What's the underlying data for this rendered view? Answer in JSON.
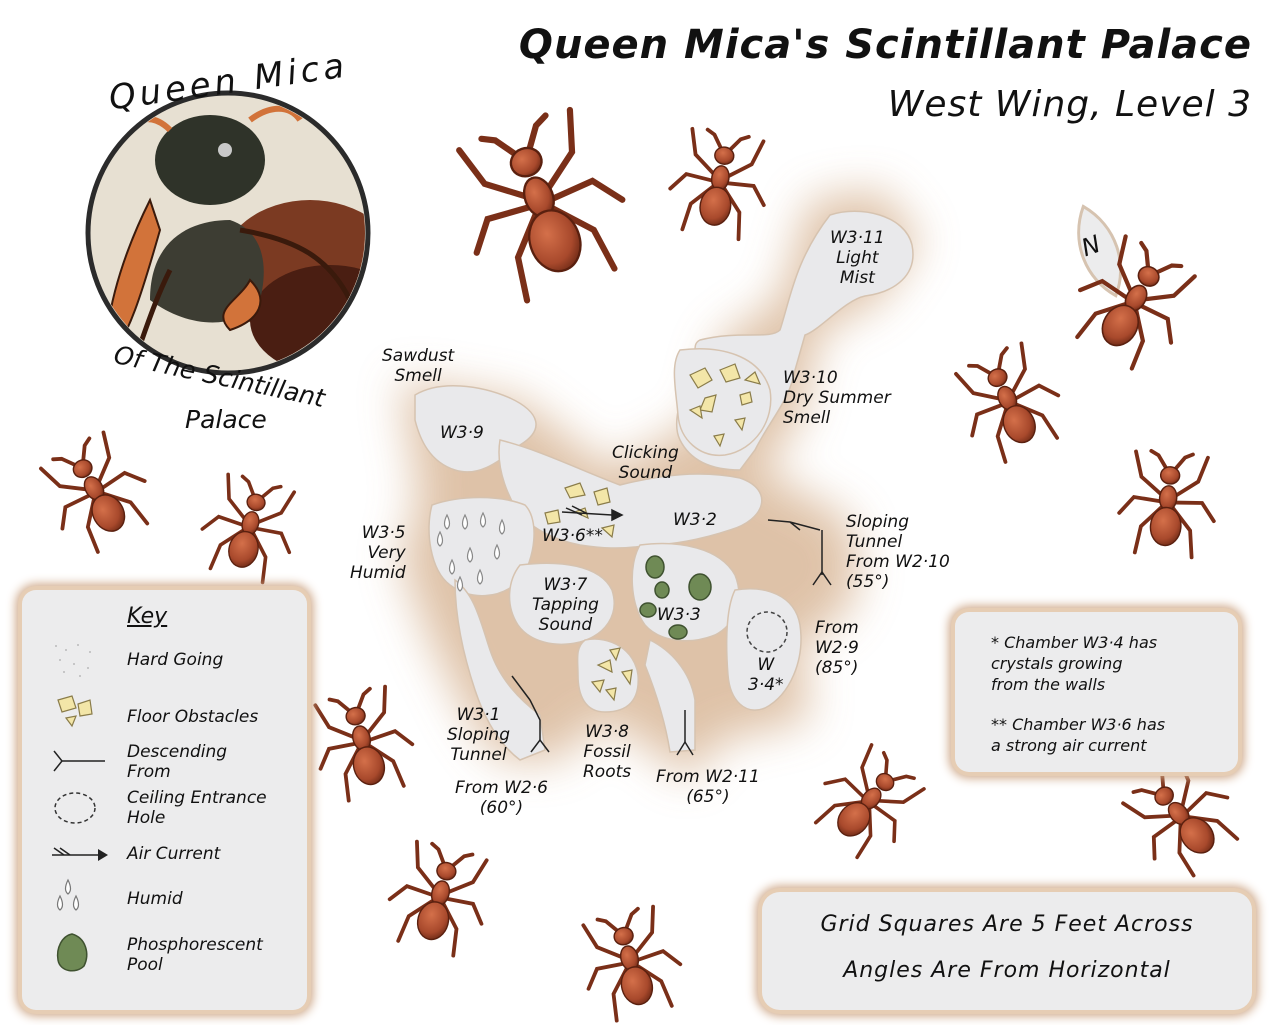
{
  "title": "Queen Mica's Scintillant Palace",
  "subtitle": "West Wing, Level 3",
  "portrait": {
    "top_text": "Queen Mica",
    "bottom_text_line1": "Of The Scintillant",
    "bottom_text_line2": "Palace"
  },
  "compass": {
    "label": "N"
  },
  "map_labels": {
    "w3_11": "W3·11",
    "w3_11_note1": "Light",
    "w3_11_note2": "Mist",
    "w3_10": "W3·10",
    "w3_10_note1": "Dry Summer",
    "w3_10_note2": "Smell",
    "sawdust1": "Sawdust",
    "sawdust2": "Smell",
    "w3_9": "W3·9",
    "clicking1": "Clicking",
    "clicking2": "Sound",
    "w3_5": "W3·5",
    "w3_5_note1": "Very",
    "w3_5_note2": "Humid",
    "w3_6": "W3·6**",
    "w3_2": "W3·2",
    "sloping_r1": "Sloping",
    "sloping_r2": "Tunnel",
    "sloping_r3": "From W2·10",
    "sloping_r4": "(55°)",
    "w3_7": "W3·7",
    "w3_7_note1": "Tapping",
    "w3_7_note2": "Sound",
    "w3_3": "W3·3",
    "from_w29_1": "From",
    "from_w29_2": "W2·9",
    "from_w29_3": "(85°)",
    "w3_4_a": "W",
    "w3_4_b": "3·4*",
    "w3_1": "W3·1",
    "w3_1_note1": "Sloping",
    "w3_1_note2": "Tunnel",
    "from_w26_1": "From W2·6",
    "from_w26_2": "(60°)",
    "w3_8": "W3·8",
    "w3_8_note1": "Fossil",
    "w3_8_note2": "Roots",
    "from_w211_1": "From W2·11",
    "from_w211_2": "(65°)"
  },
  "key": {
    "title": "Key",
    "items": [
      {
        "label1": "Hard Going",
        "label2": "",
        "icon": "stipple-icon"
      },
      {
        "label1": "Floor Obstacles",
        "label2": "",
        "icon": "crystal-obstacle-icon"
      },
      {
        "label1": "Descending",
        "label2": "From",
        "icon": "descending-arrow-icon"
      },
      {
        "label1": "Ceiling Entrance",
        "label2": "Hole",
        "icon": "dashed-circle-icon"
      },
      {
        "label1": "Air Current",
        "label2": "",
        "icon": "air-current-arrow-icon"
      },
      {
        "label1": "Humid",
        "label2": "",
        "icon": "droplets-icon"
      },
      {
        "label1": "Phosphorescent",
        "label2": "Pool",
        "icon": "pool-blob-icon"
      }
    ]
  },
  "notes": {
    "line1": "* Chamber W3·4 has",
    "line2": "crystals growing",
    "line3": "from the walls",
    "line4": "** Chamber W3·6 has",
    "line5": "a strong air current"
  },
  "grid_info": {
    "line1": "Grid Squares Are 5 Feet Across",
    "line2": "Angles Are From Horizontal"
  },
  "colors": {
    "cave_floor": "#e9e9eb",
    "cave_halo": "#d9b899",
    "ant_body": "#a8492c",
    "ant_dark": "#6e2a16",
    "pool": "#6f8a55",
    "crystal": "#f3e6a8"
  }
}
